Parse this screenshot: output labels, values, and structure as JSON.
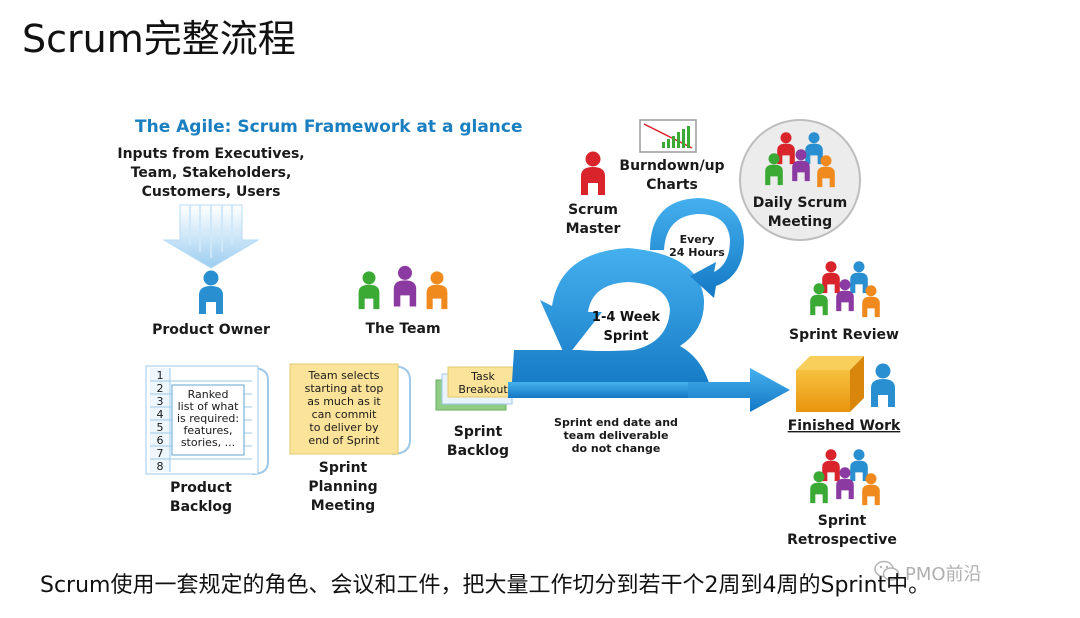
{
  "page": {
    "title": "Scrum完整流程",
    "caption": "Scrum使用一套规定的角色、会议和工件，把大量工作切分到若干个2周到4周的Sprint中。",
    "watermark": "PMO前沿"
  },
  "diagram": {
    "heading": "The Agile: Scrum Framework at a glance",
    "inputs": [
      "Inputs from Executives,",
      "Team, Stakeholders,",
      "Customers, Users"
    ],
    "product_owner": "Product Owner",
    "the_team": "The Team",
    "scrum_master": [
      "Scrum",
      "Master"
    ],
    "burndown": [
      "Burndown/up",
      "Charts"
    ],
    "daily_scrum": [
      "Daily Scrum",
      "Meeting"
    ],
    "every_24": [
      "Every",
      "24 Hours"
    ],
    "sprint_length": [
      "1-4 Week",
      "Sprint"
    ],
    "sprint_note": [
      "Sprint end date and",
      "team deliverable",
      "do not change"
    ],
    "backlog_numbers": [
      "1",
      "2",
      "3",
      "4",
      "5",
      "6",
      "7",
      "8"
    ],
    "backlog_note": [
      "Ranked",
      "list of what",
      "is required:",
      "features,",
      "stories, ..."
    ],
    "product_backlog": [
      "Product",
      "Backlog"
    ],
    "team_selects": [
      "Team selects",
      "starting at top",
      "as much as it",
      "can commit",
      "to deliver by",
      "end of Sprint"
    ],
    "sprint_planning": [
      "Sprint",
      "Planning",
      "Meeting"
    ],
    "task_breakout": [
      "Task",
      "Breakout"
    ],
    "sprint_backlog": [
      "Sprint",
      "Backlog"
    ],
    "sprint_review": "Sprint Review",
    "finished_work": "Finished Work",
    "sprint_retro": [
      "Sprint",
      "Retrospective"
    ]
  },
  "colors": {
    "heading_blue": "#1a7fc1",
    "arrow_blue": "#1a8fd8",
    "person_blue": "#2a8fd0",
    "person_red": "#d8242a",
    "person_green": "#3aaa35",
    "person_purple": "#8a3aa0",
    "person_orange": "#f08a1e",
    "note_yellow": "#fbe39a",
    "box_orange": "#f2a218"
  }
}
